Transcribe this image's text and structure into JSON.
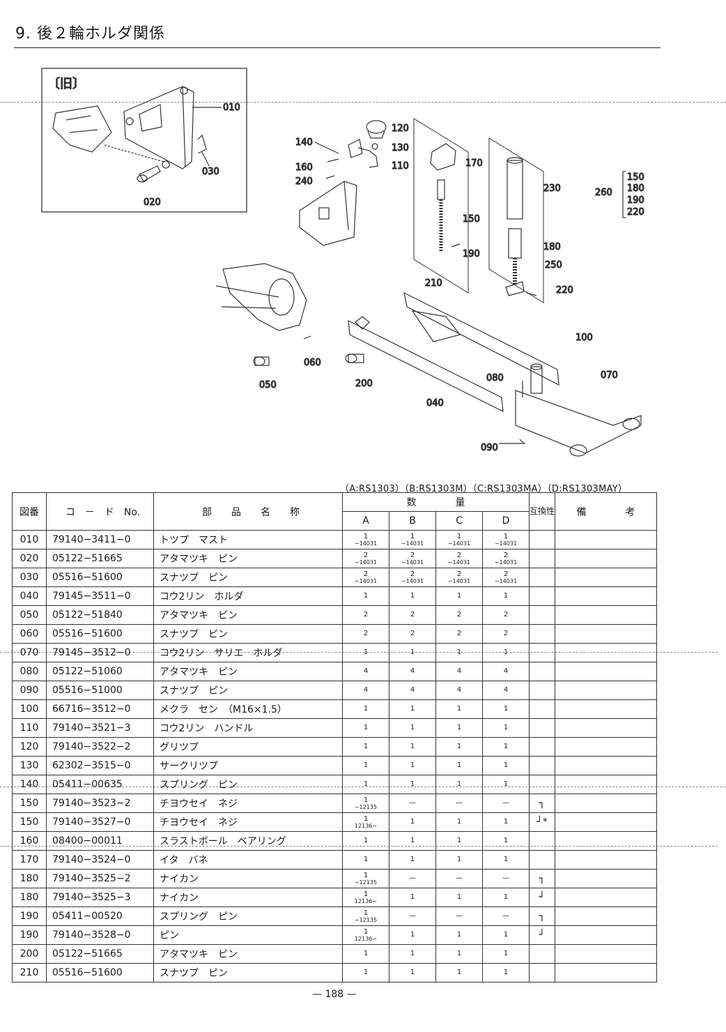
{
  "title": "9. 後２輪ホルダ関係",
  "diagram": {
    "inset_label": "〔旧〕",
    "callouts": {
      "c010": "010",
      "c020": "020",
      "c030": "030",
      "c040": "040",
      "c050": "050",
      "c060": "060",
      "c070": "070",
      "c080": "080",
      "c090": "090",
      "c100": "100",
      "c110": "110",
      "c120": "120",
      "c130": "130",
      "c140": "140",
      "c150": "150",
      "c160": "160",
      "c170": "170",
      "c180": "180",
      "c190": "190",
      "c200": "200",
      "c210": "210",
      "c220": "220",
      "c230": "230",
      "c240": "240",
      "c250": "250",
      "c260": "260",
      "g150": "150",
      "g180": "180",
      "g190": "190",
      "g220": "220"
    }
  },
  "models_line": "（A:RS1303）（B:RS1303M）（C:RS1303MA）（D:RS1303MAY）",
  "table": {
    "headers": {
      "no": "図番",
      "code": "コ　－　ド　No.",
      "name": "部　　品　　名　　称",
      "qty": "数　　　　量",
      "interchange": "互換性",
      "remarks": "備　　　　考",
      "a": "A",
      "b": "B",
      "c": "C",
      "d": "D"
    },
    "rows": [
      {
        "no": "010",
        "code": "79140−3411−0",
        "name": "トツプ　マスト",
        "a": "1",
        "a_sub": "∼14031",
        "b": "1",
        "b_sub": "∼14031",
        "c": "1",
        "c_sub": "∼14031",
        "d": "1",
        "d_sub": "∼14031",
        "int": "",
        "rem": ""
      },
      {
        "no": "020",
        "code": "05122−51665",
        "name": "アタマツキ　ピン",
        "a": "2",
        "a_sub": "∼14031",
        "b": "2",
        "b_sub": "∼14031",
        "c": "2",
        "c_sub": "∼14031",
        "d": "2",
        "d_sub": "∼14031",
        "int": "",
        "rem": ""
      },
      {
        "no": "030",
        "code": "05516−51600",
        "name": "スナツプ　ピン",
        "a": "2",
        "a_sub": "∼14031",
        "b": "2",
        "b_sub": "∼14031",
        "c": "2",
        "c_sub": "∼14031",
        "d": "2",
        "d_sub": "∼14031",
        "int": "",
        "rem": ""
      },
      {
        "no": "040",
        "code": "79145−3511−0",
        "name": "コウ2リン　ホルダ",
        "a": "1",
        "a_sub": "",
        "b": "1",
        "b_sub": "",
        "c": "1",
        "c_sub": "",
        "d": "1",
        "d_sub": "",
        "int": "",
        "rem": ""
      },
      {
        "no": "050",
        "code": "05122−51840",
        "name": "アタマツキ　ピン",
        "a": "2",
        "a_sub": "",
        "b": "2",
        "b_sub": "",
        "c": "2",
        "c_sub": "",
        "d": "2",
        "d_sub": "",
        "int": "",
        "rem": ""
      },
      {
        "no": "060",
        "code": "05516−51600",
        "name": "スナツプ　ピン",
        "a": "2",
        "a_sub": "",
        "b": "2",
        "b_sub": "",
        "c": "2",
        "c_sub": "",
        "d": "2",
        "d_sub": "",
        "int": "",
        "rem": ""
      },
      {
        "no": "070",
        "code": "79145−3512−0",
        "name": "コウ2リン　サリエ　ホルダ",
        "a": "1",
        "a_sub": "",
        "b": "1",
        "b_sub": "",
        "c": "1",
        "c_sub": "",
        "d": "1",
        "d_sub": "",
        "int": "",
        "rem": ""
      },
      {
        "no": "080",
        "code": "05122−51060",
        "name": "アタマツキ　ピン",
        "a": "4",
        "a_sub": "",
        "b": "4",
        "b_sub": "",
        "c": "4",
        "c_sub": "",
        "d": "4",
        "d_sub": "",
        "int": "",
        "rem": ""
      },
      {
        "no": "090",
        "code": "05516−51000",
        "name": "スナツプ　ピン",
        "a": "4",
        "a_sub": "",
        "b": "4",
        "b_sub": "",
        "c": "4",
        "c_sub": "",
        "d": "4",
        "d_sub": "",
        "int": "",
        "rem": ""
      },
      {
        "no": "100",
        "code": "66716−3512−0",
        "name": "メクラ　セン　（M16×1.5）",
        "a": "1",
        "a_sub": "",
        "b": "1",
        "b_sub": "",
        "c": "1",
        "c_sub": "",
        "d": "1",
        "d_sub": "",
        "int": "",
        "rem": ""
      },
      {
        "no": "110",
        "code": "79140−3521−3",
        "name": "コウ2リン　ハンドル",
        "a": "1",
        "a_sub": "",
        "b": "1",
        "b_sub": "",
        "c": "1",
        "c_sub": "",
        "d": "1",
        "d_sub": "",
        "int": "",
        "rem": ""
      },
      {
        "no": "120",
        "code": "79140−3522−2",
        "name": "グリツプ",
        "a": "1",
        "a_sub": "",
        "b": "1",
        "b_sub": "",
        "c": "1",
        "c_sub": "",
        "d": "1",
        "d_sub": "",
        "int": "",
        "rem": ""
      },
      {
        "no": "130",
        "code": "62302−3515−0",
        "name": "サークリツプ",
        "a": "1",
        "a_sub": "",
        "b": "1",
        "b_sub": "",
        "c": "1",
        "c_sub": "",
        "d": "1",
        "d_sub": "",
        "int": "",
        "rem": ""
      },
      {
        "no": "140",
        "code": "05411−00635",
        "name": "スプリング　ピン",
        "a": "1",
        "a_sub": "",
        "b": "1",
        "b_sub": "",
        "c": "1",
        "c_sub": "",
        "d": "1",
        "d_sub": "",
        "int": "",
        "rem": ""
      },
      {
        "no": "150",
        "code": "79140−3523−2",
        "name": "チヨウセイ　ネジ",
        "a": "1",
        "a_sub": "∼12135",
        "b": "—",
        "b_sub": "",
        "c": "—",
        "c_sub": "",
        "d": "—",
        "d_sub": "",
        "int": "┐",
        "rem": ""
      },
      {
        "no": "150",
        "code": "79140−3527−0",
        "name": "チヨウセイ　ネジ",
        "a": "1",
        "a_sub": "12136∼",
        "b": "1",
        "b_sub": "",
        "c": "1",
        "c_sub": "",
        "d": "1",
        "d_sub": "",
        "int": "┘*",
        "rem": ""
      },
      {
        "no": "160",
        "code": "08400−00011",
        "name": "スラストボール　ベアリング",
        "a": "1",
        "a_sub": "",
        "b": "1",
        "b_sub": "",
        "c": "1",
        "c_sub": "",
        "d": "1",
        "d_sub": "",
        "int": "",
        "rem": ""
      },
      {
        "no": "170",
        "code": "79140−3524−0",
        "name": "イタ　バネ",
        "a": "1",
        "a_sub": "",
        "b": "1",
        "b_sub": "",
        "c": "1",
        "c_sub": "",
        "d": "1",
        "d_sub": "",
        "int": "",
        "rem": ""
      },
      {
        "no": "180",
        "code": "79140−3525−2",
        "name": "ナイカン",
        "a": "1",
        "a_sub": "∼12135",
        "b": "—",
        "b_sub": "",
        "c": "—",
        "c_sub": "",
        "d": "—",
        "d_sub": "",
        "int": "┐",
        "rem": ""
      },
      {
        "no": "180",
        "code": "79140−3525−3",
        "name": "ナイカン",
        "a": "1",
        "a_sub": "12136∼",
        "b": "1",
        "b_sub": "",
        "c": "1",
        "c_sub": "",
        "d": "1",
        "d_sub": "",
        "int": "┘",
        "rem": ""
      },
      {
        "no": "190",
        "code": "05411−00520",
        "name": "スプリング　ピン",
        "a": "1",
        "a_sub": "∼12135",
        "b": "—",
        "b_sub": "",
        "c": "—",
        "c_sub": "",
        "d": "—",
        "d_sub": "",
        "int": "┐",
        "rem": ""
      },
      {
        "no": "190",
        "code": "79140−3528−0",
        "name": "ピン",
        "a": "1",
        "a_sub": "12136∼",
        "b": "1",
        "b_sub": "",
        "c": "1",
        "c_sub": "",
        "d": "1",
        "d_sub": "",
        "int": "┘",
        "rem": ""
      },
      {
        "no": "200",
        "code": "05122−51665",
        "name": "アタマツキ　ピン",
        "a": "1",
        "a_sub": "",
        "b": "1",
        "b_sub": "",
        "c": "1",
        "c_sub": "",
        "d": "1",
        "d_sub": "",
        "int": "",
        "rem": ""
      },
      {
        "no": "210",
        "code": "05516−51600",
        "name": "スナツプ　ピン",
        "a": "1",
        "a_sub": "",
        "b": "1",
        "b_sub": "",
        "c": "1",
        "c_sub": "",
        "d": "1",
        "d_sub": "",
        "int": "",
        "rem": ""
      }
    ]
  },
  "page_number": "— 188 —"
}
